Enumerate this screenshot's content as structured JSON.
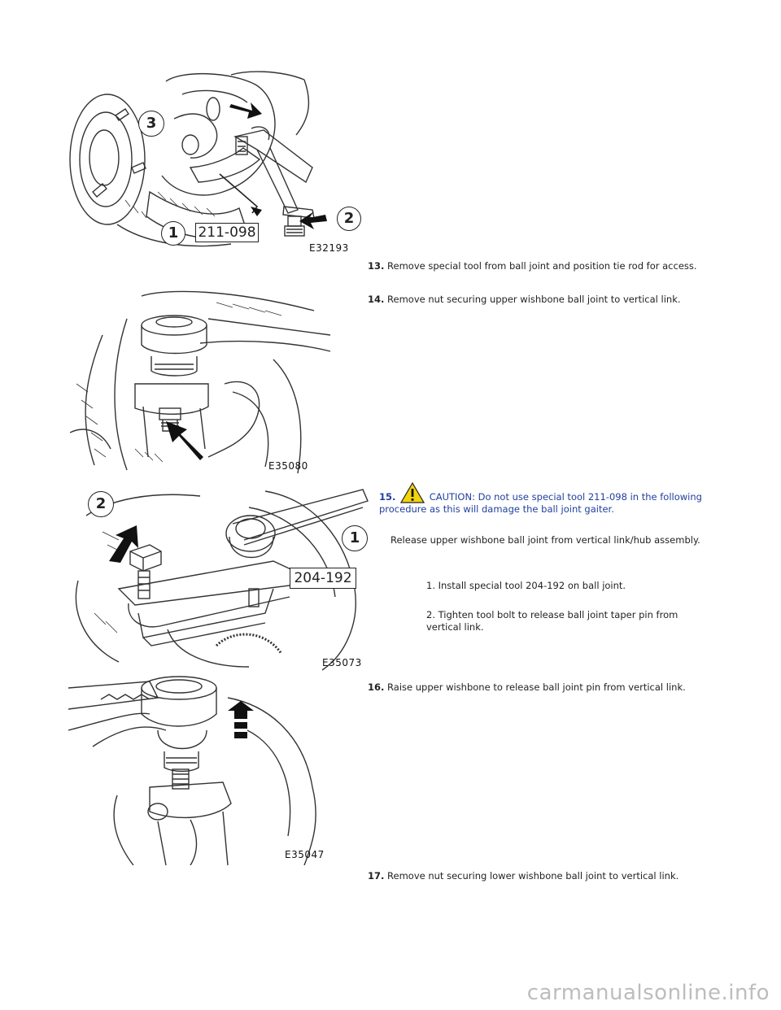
{
  "figures": [
    {
      "code": "E32193",
      "callouts": [
        "3",
        "2",
        "1"
      ],
      "tool_label": "211-098"
    },
    {
      "code": "E35080"
    },
    {
      "code": "E35073",
      "callouts": [
        "2",
        "1"
      ],
      "tool_label": "204-192"
    },
    {
      "code": "E35047"
    }
  ],
  "steps": {
    "s13": {
      "num": "13.",
      "text": "Remove special tool from ball joint and position tie rod for access."
    },
    "s14": {
      "num": "14.",
      "text": "Remove nut securing upper wishbone ball joint to vertical link."
    },
    "s15": {
      "num": "15.",
      "caution": "CAUTION: Do not use special tool 211-098 in the following procedure as this will damage the ball joint gaiter.",
      "intro": "Release upper wishbone ball joint from vertical link/hub assembly.",
      "substeps": [
        "1. Install special tool 204-192 on ball joint.",
        "2. Tighten tool bolt to release ball joint taper pin from vertical link."
      ]
    },
    "s16": {
      "num": "16.",
      "text": "Raise upper wishbone to release ball joint pin from vertical link."
    },
    "s17": {
      "num": "17.",
      "text": "Remove nut securing lower wishbone ball joint to vertical link."
    }
  },
  "watermark": "carmanualsonline.info",
  "colors": {
    "caution_text": "#1f3f9e",
    "warning_icon": "#f2d40c"
  }
}
